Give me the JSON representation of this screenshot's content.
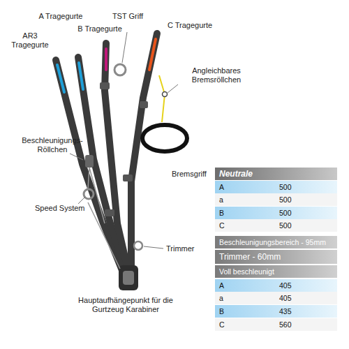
{
  "diagram": {
    "labels": [
      "AR3 Tragegurte",
      "A Tragegurte",
      "B Tragegurte",
      "TST Griff",
      "C Tragegurte",
      "Angleichbares Bremsröllchen",
      "Beschleunigungs- Röllchen",
      "Bremsgriff",
      "Speed System",
      "Trimmer",
      "Hauptaufhängepunkt für die Gurtzeug Karabiner",
      "Neutrale",
      "A",
      "500",
      "a",
      "500",
      "B",
      "500",
      "C",
      "500",
      "Beschleunigungsbereich - 95mm",
      "Trimmer - 60mm",
      "Voll beschleunigt",
      "A",
      "405",
      "a",
      "405",
      "B",
      "435",
      "C",
      "560"
    ]
  }
}
